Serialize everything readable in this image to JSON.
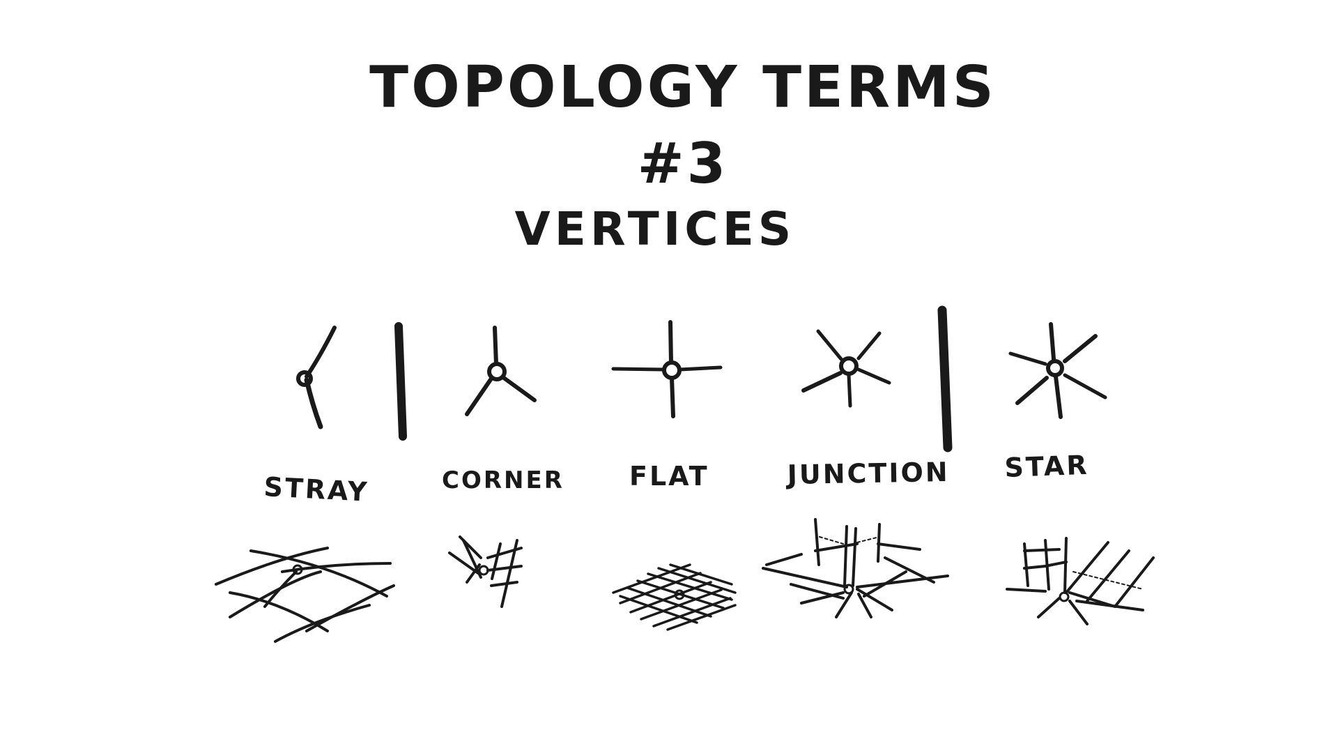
{
  "title": {
    "line1": "TOPOLOGY TERMS",
    "line2": "#3",
    "line3": "VERTICES"
  },
  "categories": [
    {
      "label": "STRAY",
      "edges": 2,
      "icon": "stray-vertex-icon"
    },
    {
      "label": "CORNER",
      "edges": 3,
      "icon": "corner-vertex-icon"
    },
    {
      "label": "FLAT",
      "edges": 4,
      "icon": "flat-vertex-icon"
    },
    {
      "label": "JUNCTION",
      "edges": 5,
      "icon": "junction-vertex-icon"
    },
    {
      "label": "STAR",
      "edges": 6,
      "icon": "star-vertex-icon"
    }
  ],
  "colors": {
    "ink": "#1a1a1a",
    "paper": "#ffffff"
  }
}
